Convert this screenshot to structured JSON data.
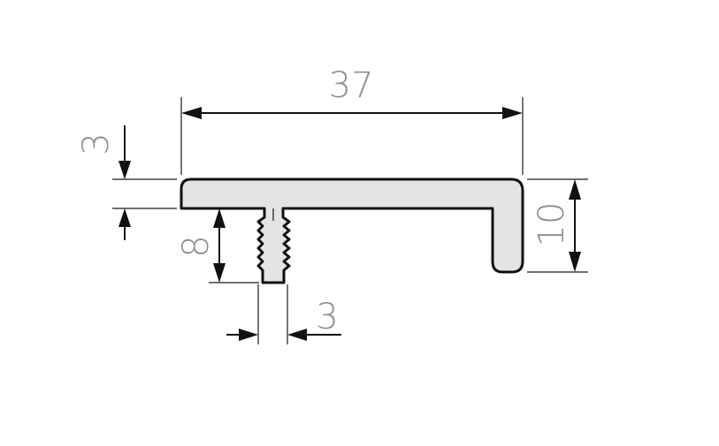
{
  "diagram": {
    "dimensions": {
      "width_top": "37",
      "thickness_top": "3",
      "height_right": "10",
      "stem_height": "8",
      "stem_width": "3"
    },
    "colors": {
      "profile_fill": "#e3e4e6",
      "outline": "#111111",
      "label": "#8f8f8f"
    }
  }
}
